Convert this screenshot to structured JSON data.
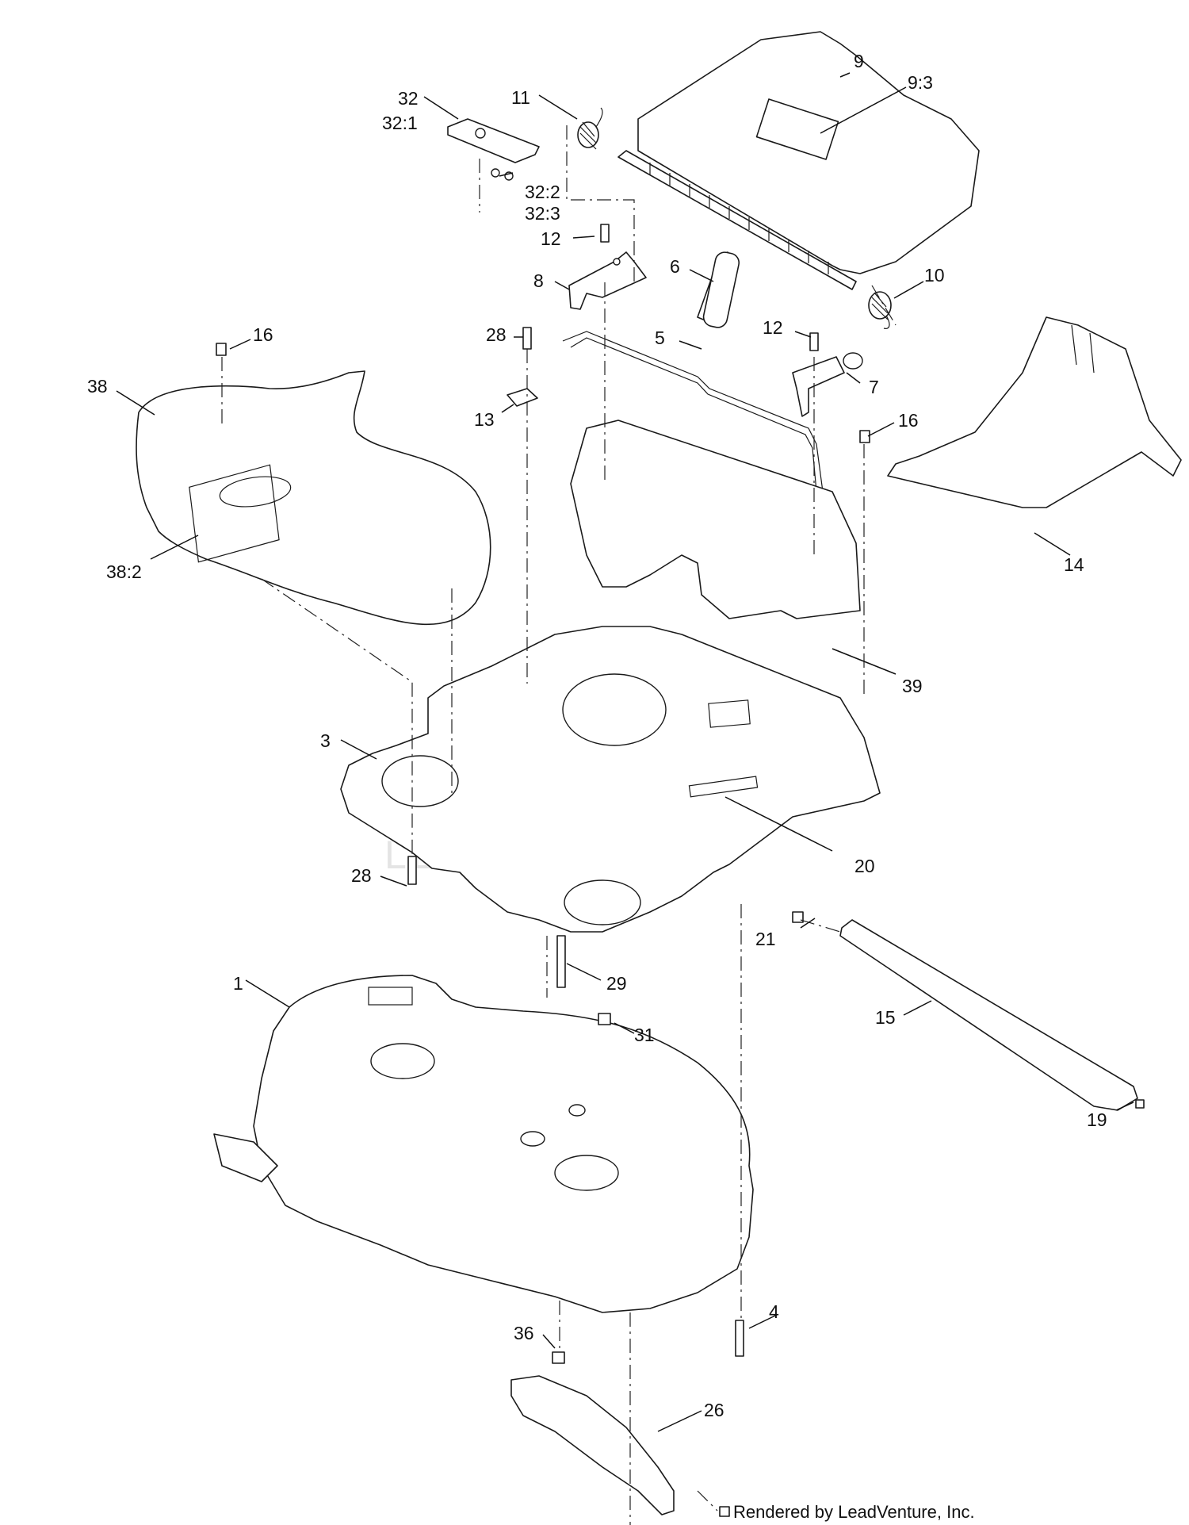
{
  "callouts": [
    {
      "id": "c-9",
      "text": "9"
    },
    {
      "id": "c-9-3",
      "text": "9:3"
    },
    {
      "id": "c-32",
      "text": "32"
    },
    {
      "id": "c-32-1",
      "text": "32:1"
    },
    {
      "id": "c-11",
      "text": "11"
    },
    {
      "id": "c-32-2",
      "text": "32:2"
    },
    {
      "id": "c-32-3",
      "text": "32:3"
    },
    {
      "id": "c-12a",
      "text": "12"
    },
    {
      "id": "c-10",
      "text": "10"
    },
    {
      "id": "c-8",
      "text": "8"
    },
    {
      "id": "c-6",
      "text": "6"
    },
    {
      "id": "c-16a",
      "text": "16"
    },
    {
      "id": "c-28a",
      "text": "28"
    },
    {
      "id": "c-5",
      "text": "5"
    },
    {
      "id": "c-12b",
      "text": "12"
    },
    {
      "id": "c-38",
      "text": "38"
    },
    {
      "id": "c-7",
      "text": "7"
    },
    {
      "id": "c-13",
      "text": "13"
    },
    {
      "id": "c-16b",
      "text": "16"
    },
    {
      "id": "c-38-2",
      "text": "38:2"
    },
    {
      "id": "c-14",
      "text": "14"
    },
    {
      "id": "c-39",
      "text": "39"
    },
    {
      "id": "c-3",
      "text": "3"
    },
    {
      "id": "c-20",
      "text": "20"
    },
    {
      "id": "c-28b",
      "text": "28"
    },
    {
      "id": "c-21",
      "text": "21"
    },
    {
      "id": "c-1",
      "text": "1"
    },
    {
      "id": "c-29",
      "text": "29"
    },
    {
      "id": "c-15",
      "text": "15"
    },
    {
      "id": "c-31",
      "text": "31"
    },
    {
      "id": "c-19",
      "text": "19"
    },
    {
      "id": "c-4",
      "text": "4"
    },
    {
      "id": "c-36",
      "text": "36"
    },
    {
      "id": "c-26",
      "text": "26"
    }
  ],
  "watermark": "LEADVENTURE",
  "credit": "Rendered by LeadVenture, Inc."
}
